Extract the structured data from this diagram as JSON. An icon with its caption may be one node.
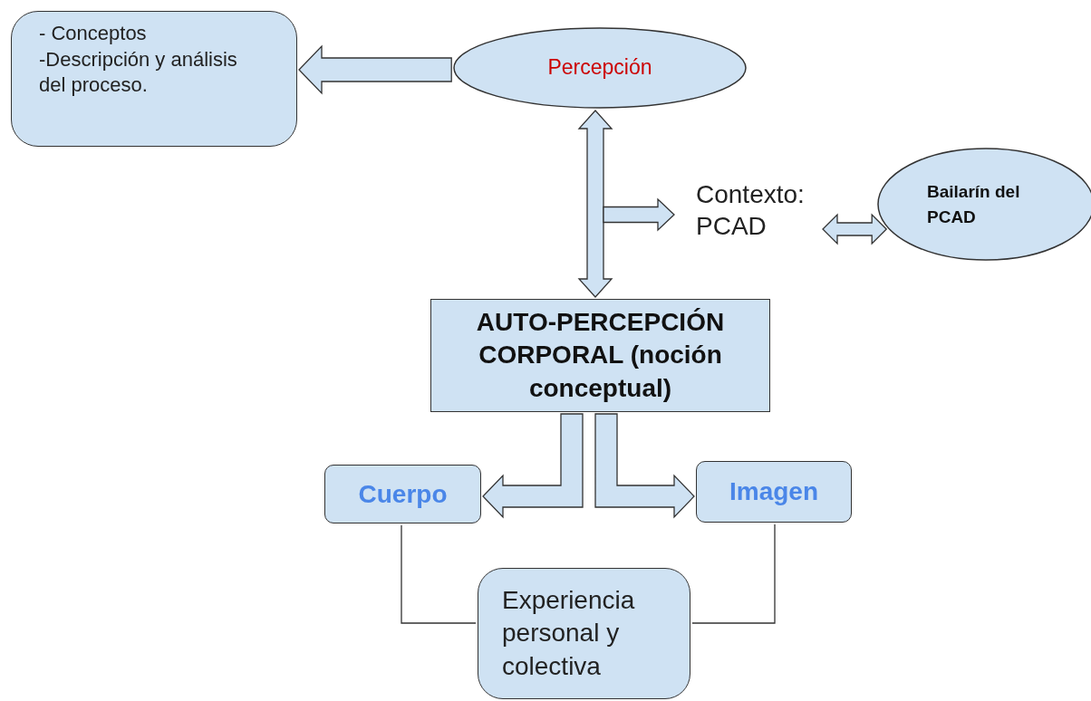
{
  "diagram": {
    "nodes": [
      {
        "text": [
          "- Conceptos",
          "-Descripción y análisis del proceso."
        ]
      },
      {
        "text": [
          "Percepción"
        ]
      },
      {
        "text": [
          "Contexto: PCAD"
        ]
      },
      {
        "text": [
          "Bailarín del PCAD"
        ]
      },
      {
        "text": [
          "AUTO-PERCEPCIÓN CORPORAL (noción conceptual)"
        ]
      },
      {
        "text": [
          "Cuerpo"
        ]
      },
      {
        "text": [
          "Imagen"
        ]
      },
      {
        "text": [
          "Experiencia personal y colectiva"
        ]
      }
    ],
    "edges": [
      {
        "from": 1,
        "to": 0,
        "arrow": "to"
      },
      {
        "from": 1,
        "to": 4,
        "arrow": "both"
      },
      {
        "from": null,
        "to": 2,
        "arrow": "to"
      },
      {
        "from": 2,
        "to": 3,
        "arrow": "both"
      },
      {
        "from": 4,
        "to": 5,
        "arrow": "to"
      },
      {
        "from": 4,
        "to": 6,
        "arrow": "to"
      },
      {
        "from": 5,
        "to": 7,
        "arrow": "none"
      },
      {
        "from": 6,
        "to": 7,
        "arrow": "none"
      }
    ]
  }
}
